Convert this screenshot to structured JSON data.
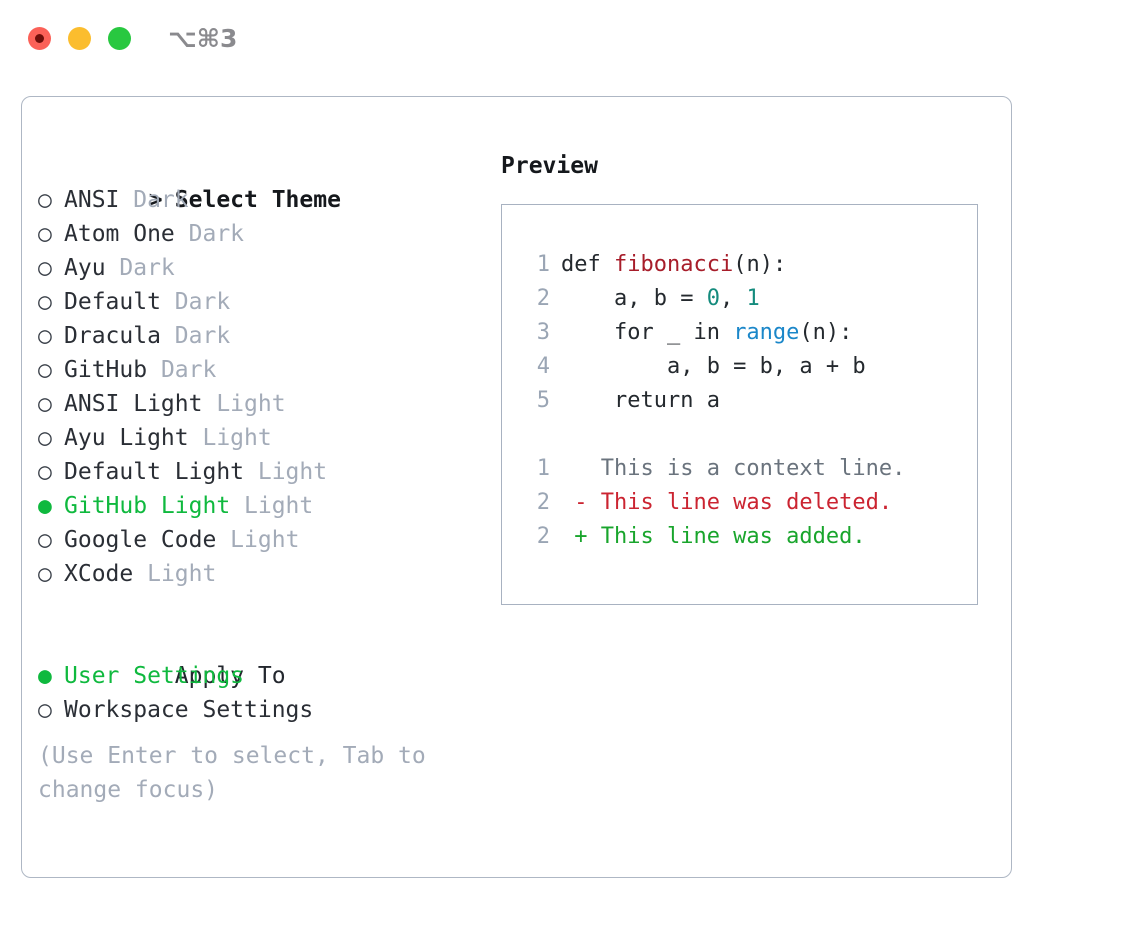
{
  "titlebar": {
    "shortcut": "⌥⌘3",
    "buttons": [
      {
        "name": "close",
        "color": "#FB6158"
      },
      {
        "name": "minimize",
        "color": "#FBBD2E"
      },
      {
        "name": "maximize",
        "color": "#28C840"
      }
    ]
  },
  "colors": {
    "selected_green": "#0FB93E",
    "muted": "#A3ABB8",
    "text": "#2A2E35",
    "panel_border": "#AEB7C4",
    "code_border": "#A8B2C1"
  },
  "theme_list": {
    "header": "Select Theme",
    "caret": ">",
    "bullet_unselected": "○",
    "bullet_selected": "●",
    "items": [
      {
        "name": "ANSI",
        "kind": "Dark",
        "selected": false
      },
      {
        "name": "Atom One",
        "kind": "Dark",
        "selected": false
      },
      {
        "name": "Ayu",
        "kind": "Dark",
        "selected": false
      },
      {
        "name": "Default",
        "kind": "Dark",
        "selected": false
      },
      {
        "name": "Dracula",
        "kind": "Dark",
        "selected": false
      },
      {
        "name": "GitHub",
        "kind": "Dark",
        "selected": false
      },
      {
        "name": "ANSI Light",
        "kind": "Light",
        "selected": false
      },
      {
        "name": "Ayu Light",
        "kind": "Light",
        "selected": false
      },
      {
        "name": "Default Light",
        "kind": "Light",
        "selected": false
      },
      {
        "name": "GitHub Light",
        "kind": "Light",
        "selected": true
      },
      {
        "name": "Google Code",
        "kind": "Light",
        "selected": false
      },
      {
        "name": "XCode",
        "kind": "Light",
        "selected": false
      }
    ]
  },
  "apply_to": {
    "label": "Apply To",
    "options": [
      {
        "name": "User Settings",
        "selected": true
      },
      {
        "name": "Workspace Settings",
        "selected": false
      }
    ]
  },
  "hint": "(Use Enter to select, Tab to change focus)",
  "preview": {
    "title": "Preview",
    "code_lines": [
      {
        "num": "1",
        "tokens": [
          {
            "t": "def ",
            "c": "tok-plain"
          },
          {
            "t": "fibonacci",
            "c": "tok-fn"
          },
          {
            "t": "(n):",
            "c": "tok-plain"
          }
        ]
      },
      {
        "num": "2",
        "tokens": [
          {
            "t": "    a, b = ",
            "c": "tok-plain"
          },
          {
            "t": "0",
            "c": "tok-num"
          },
          {
            "t": ", ",
            "c": "tok-plain"
          },
          {
            "t": "1",
            "c": "tok-num"
          }
        ]
      },
      {
        "num": "3",
        "tokens": [
          {
            "t": "    for _ in ",
            "c": "tok-plain"
          },
          {
            "t": "range",
            "c": "tok-call"
          },
          {
            "t": "(n):",
            "c": "tok-plain"
          }
        ]
      },
      {
        "num": "4",
        "tokens": [
          {
            "t": "        a, b = b, a + b",
            "c": "tok-plain"
          }
        ]
      },
      {
        "num": "5",
        "tokens": [
          {
            "t": "    return a",
            "c": "tok-plain"
          }
        ]
      },
      {
        "num": "",
        "tokens": [
          {
            "t": " ",
            "c": "tok-plain"
          }
        ]
      },
      {
        "num": "1",
        "tokens": [
          {
            "t": "   This is a context line.",
            "c": "diff-ctx"
          }
        ]
      },
      {
        "num": "2",
        "tokens": [
          {
            "t": " - This line was deleted.",
            "c": "diff-del"
          }
        ]
      },
      {
        "num": "2",
        "tokens": [
          {
            "t": " + This line was added.",
            "c": "diff-add"
          }
        ]
      }
    ]
  }
}
